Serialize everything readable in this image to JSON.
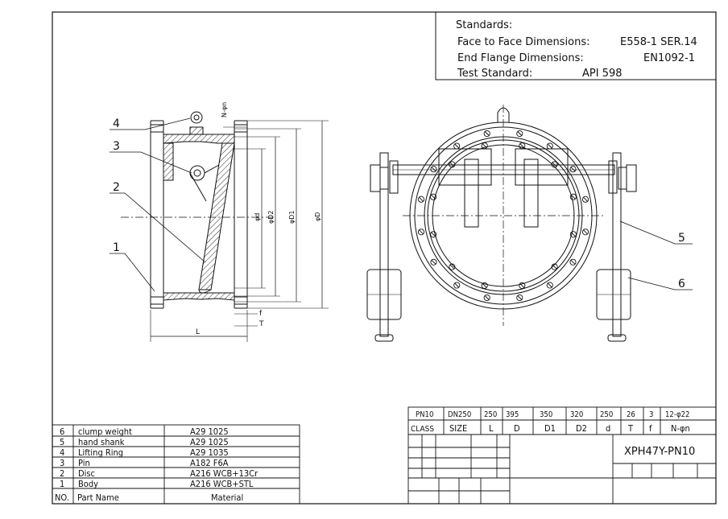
{
  "standards": {
    "heading": "Standards:",
    "rows": [
      {
        "label": "Face to Face Dimensions:",
        "value": "E558-1 SER.14"
      },
      {
        "label": "End Flange Dimensions:",
        "value": "EN1092-1"
      },
      {
        "label": "Test Standard:",
        "value": "API 598"
      }
    ]
  },
  "section_view": {
    "callouts": [
      "4",
      "3",
      "2",
      "1"
    ],
    "dims": {
      "nphi_n": "N-φn",
      "phi_d": "φd",
      "phi_d2": "φD2",
      "phi_d1": "φD1",
      "phi_D": "φD",
      "L": "L",
      "f": "f",
      "T": "T"
    }
  },
  "front_view": {
    "callouts": [
      "5",
      "6"
    ]
  },
  "spec_table": {
    "values": [
      "PN10",
      "DN250",
      "250",
      "395",
      "350",
      "320",
      "250",
      "26",
      "3",
      "12-φ22"
    ],
    "headers": [
      "CLASS",
      "SIZE",
      "L",
      "D",
      "D1",
      "D2",
      "d",
      "T",
      "f",
      "N-φn"
    ],
    "model": "XPH47Y-PN10"
  },
  "parts_list": {
    "rows": [
      {
        "no": "6",
        "name": "clump weight",
        "material": "A29 1025"
      },
      {
        "no": "5",
        "name": "hand shank",
        "material": "A29 1025"
      },
      {
        "no": "4",
        "name": "Lifting Ring",
        "material": "A29 1035"
      },
      {
        "no": "3",
        "name": "Pin",
        "material": "A182 F6A"
      },
      {
        "no": "2",
        "name": "Disc",
        "material": "A216 WCB+13Cr"
      },
      {
        "no": "1",
        "name": "Body",
        "material": "A216 WCB+STL"
      }
    ],
    "header": {
      "no": "NO.",
      "name": "Part Name",
      "material": "Material"
    }
  }
}
